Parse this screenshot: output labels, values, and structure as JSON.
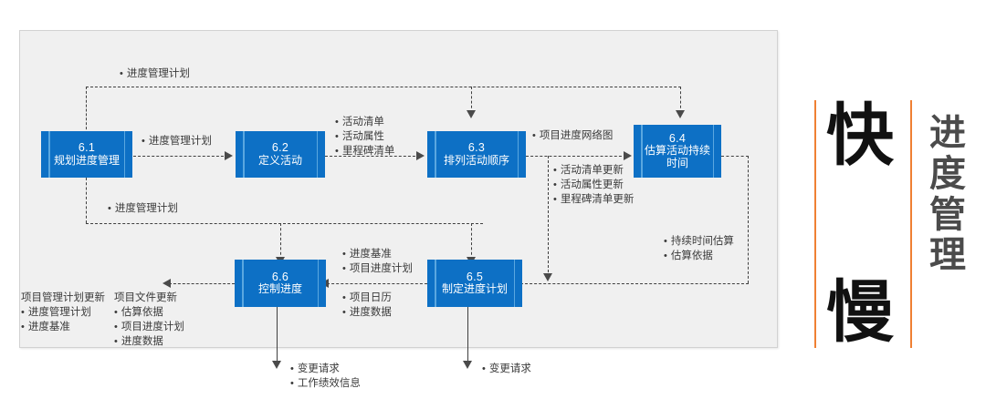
{
  "diagram": {
    "title_vertical": [
      "进",
      "度",
      "管",
      "理"
    ],
    "banner": {
      "fast": "快",
      "slow": "慢",
      "accent_color": "#ef8033"
    },
    "box_color": "#0d70c5",
    "panel_bg": "#f0f0f0",
    "processes": [
      {
        "id": "6.1",
        "name": "规划进度管理"
      },
      {
        "id": "6.2",
        "name": "定义活动"
      },
      {
        "id": "6.3",
        "name": "排列活动顺序"
      },
      {
        "id": "6.4",
        "name_line1": "估算活动持续",
        "name_line2": "时间"
      },
      {
        "id": "6.5",
        "name": "制定进度计划"
      },
      {
        "id": "6.6",
        "name": "控制进度"
      }
    ],
    "labels": {
      "top_feedback": "进度管理计划",
      "p1_to_p2": "进度管理计划",
      "mid_feedback": "进度管理计划",
      "p2_to_p3": [
        "活动清单",
        "活动属性",
        "里程碑清单"
      ],
      "p3_to_p4_main": "项目进度网络图",
      "p3_to_p4_updates": [
        "活动清单更新",
        "活动属性更新",
        "里程碑清单更新"
      ],
      "p4_outputs": [
        "持续时间估算",
        "估算依据"
      ],
      "p5_to_p6_top": [
        "进度基准",
        "项目进度计划"
      ],
      "p5_to_p6_bottom": [
        "项目日历",
        "进度数据"
      ],
      "pm_plan_updates_head": "项目管理计划更新",
      "pm_plan_updates": [
        "进度管理计划",
        "进度基准"
      ],
      "proj_doc_updates_head": "项目文件更新",
      "proj_doc_updates": [
        "估算依据",
        "项目进度计划",
        "进度数据"
      ],
      "p6_outputs": [
        "变更请求",
        "工作绩效信息"
      ],
      "p5_outputs": [
        "变更请求"
      ]
    }
  }
}
